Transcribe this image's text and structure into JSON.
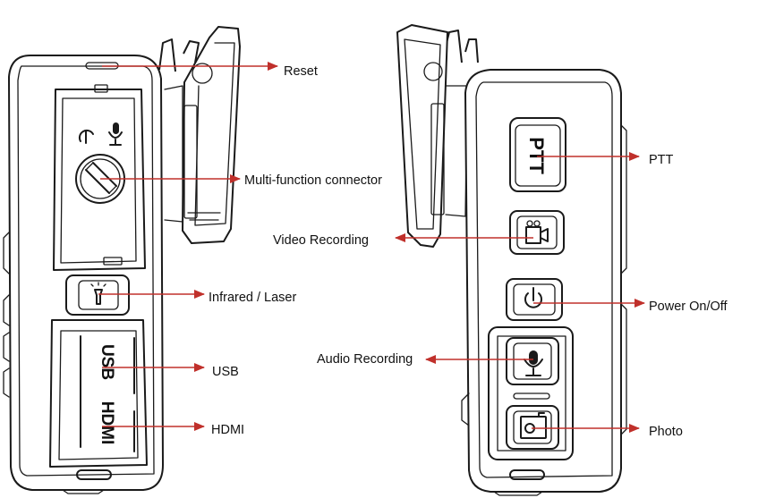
{
  "labels": {
    "reset": "Reset",
    "multi_function_connector": "Multi-function connector",
    "infrared_laser": "Infrared / Laser",
    "usb": "USB",
    "hdmi": "HDMI",
    "ptt": "PTT",
    "video_recording": "Video Recording",
    "power_on_off": "Power On/Off",
    "audio_recording": "Audio Recording",
    "photo": "Photo"
  },
  "device_text": {
    "ptt_button": "PTT",
    "usb_port": "USB",
    "hdmi_port": "HDMI"
  },
  "colors": {
    "arrow": "#c0302b",
    "outline": "#1a1a1a",
    "label_text": "#111111"
  }
}
